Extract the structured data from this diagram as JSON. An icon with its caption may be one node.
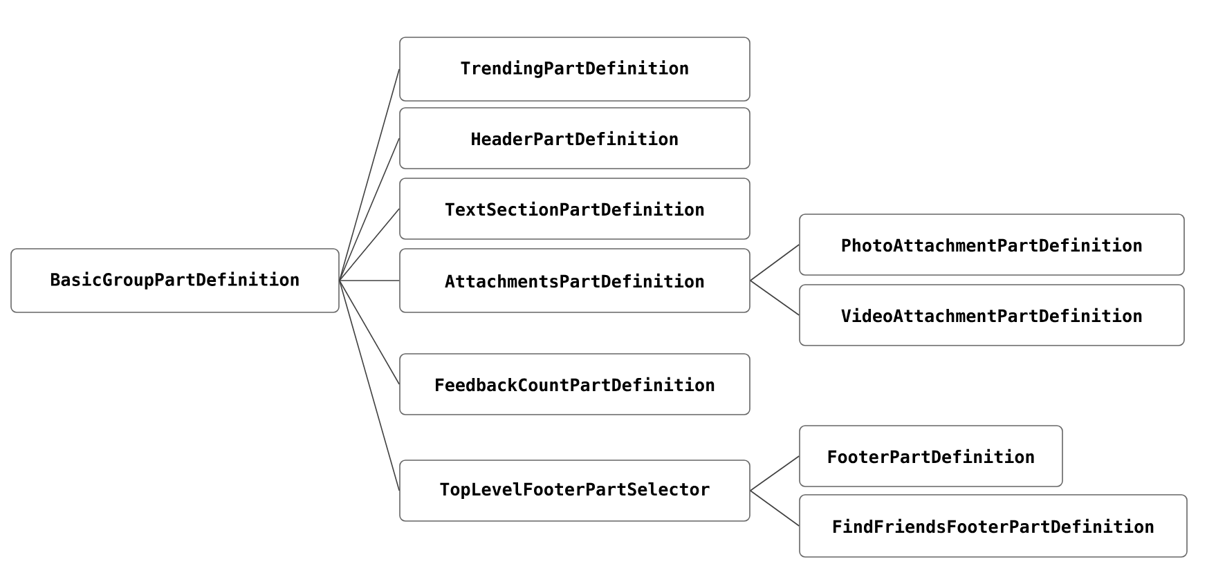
{
  "diagram": {
    "nodes": [
      {
        "text": [
          "BasicGroupPartDefinition"
        ]
      },
      {
        "text": [
          "TrendingPartDefinition"
        ]
      },
      {
        "text": [
          "HeaderPartDefinition"
        ]
      },
      {
        "text": [
          "TextSectionPartDefinition"
        ]
      },
      {
        "text": [
          "AttachmentsPartDefinition"
        ]
      },
      {
        "text": [
          "FeedbackCountPartDefinition"
        ]
      },
      {
        "text": [
          "TopLevelFooterPartSelector"
        ]
      },
      {
        "text": [
          "PhotoAttachmentPartDefinition"
        ]
      },
      {
        "text": [
          "VideoAttachmentPartDefinition"
        ]
      },
      {
        "text": [
          "FooterPartDefinition"
        ]
      },
      {
        "text": [
          "FindFriendsFooterPartDefinition"
        ]
      }
    ],
    "edges": [
      {
        "from": 0,
        "to": 1,
        "arrow": "none"
      },
      {
        "from": 0,
        "to": 2,
        "arrow": "none"
      },
      {
        "from": 0,
        "to": 3,
        "arrow": "none"
      },
      {
        "from": 0,
        "to": 4,
        "arrow": "none"
      },
      {
        "from": 0,
        "to": 5,
        "arrow": "none"
      },
      {
        "from": 0,
        "to": 6,
        "arrow": "none"
      },
      {
        "from": 4,
        "to": 7,
        "arrow": "none"
      },
      {
        "from": 4,
        "to": 8,
        "arrow": "none"
      },
      {
        "from": 6,
        "to": 9,
        "arrow": "none"
      },
      {
        "from": 6,
        "to": 10,
        "arrow": "none"
      }
    ]
  }
}
